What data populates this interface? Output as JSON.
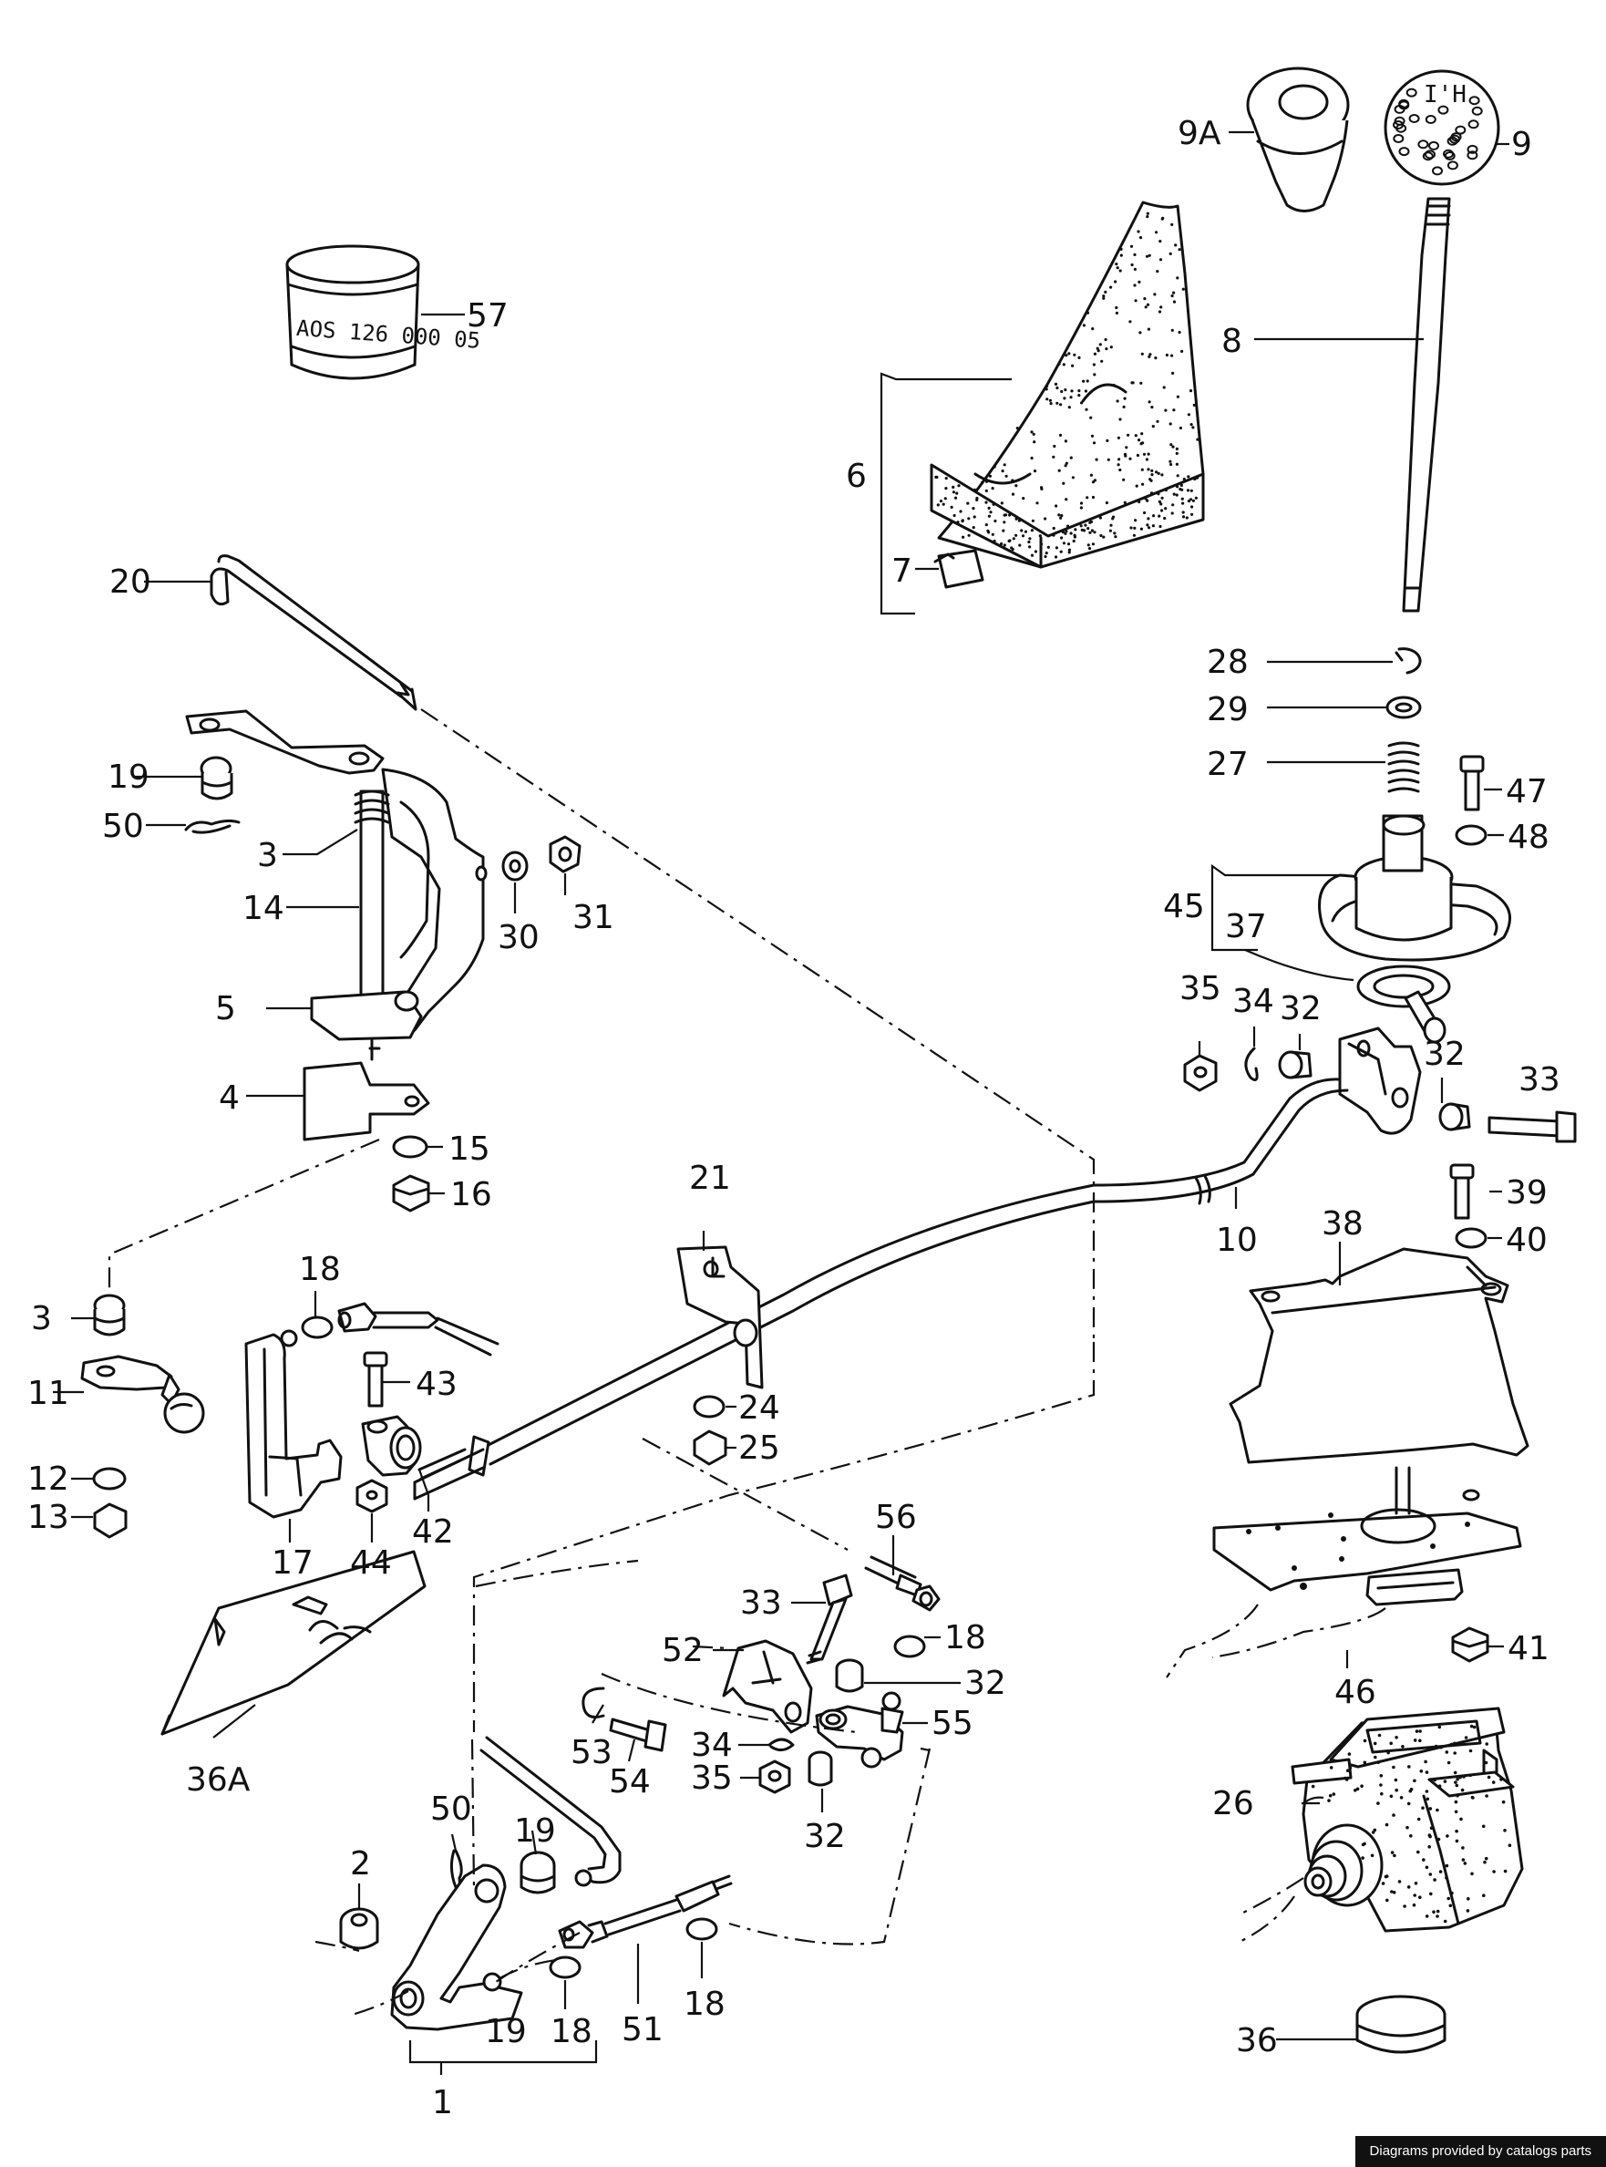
{
  "labels": {
    "l57": "57",
    "l9A": "9A",
    "l9": "9",
    "l8": "8",
    "l6": "6",
    "l7": "7",
    "l20": "20",
    "l19a": "19",
    "l50a": "50",
    "l3a": "3",
    "l14": "14",
    "l5": "5",
    "l4": "4",
    "l15": "15",
    "l16": "16",
    "l30": "30",
    "l31": "31",
    "l28": "28",
    "l29": "29",
    "l27": "27",
    "l47": "47",
    "l48": "48",
    "l45": "45",
    "l37": "37",
    "l35a": "35",
    "l34a": "34",
    "l32a": "32",
    "l32b": "32",
    "l33a": "33",
    "l39": "39",
    "l40": "40",
    "l10": "10",
    "l21": "21",
    "l38": "38",
    "l3b": "3",
    "l18a": "18",
    "l11": "11",
    "l43": "43",
    "l12": "12",
    "l13": "13",
    "l42": "42",
    "l44": "44",
    "l17": "17",
    "l24": "24",
    "l25": "25",
    "l56": "56",
    "l33b": "33",
    "l18b": "18",
    "l52": "52",
    "l32c": "32",
    "l55": "55",
    "l53": "53",
    "l54": "54",
    "l34b": "34",
    "l35b": "35",
    "l32d": "32",
    "l36A": "36A",
    "l46": "46",
    "l41": "41",
    "l26": "26",
    "l50b": "50",
    "l19b": "19",
    "l2": "2",
    "l51": "51",
    "l18c": "18",
    "l19c": "19",
    "l18d": "18",
    "l1": "1",
    "l36": "36"
  },
  "stamp_text": "AOS 126 000 05",
  "credit": "Diagrams provided by catalogs parts"
}
